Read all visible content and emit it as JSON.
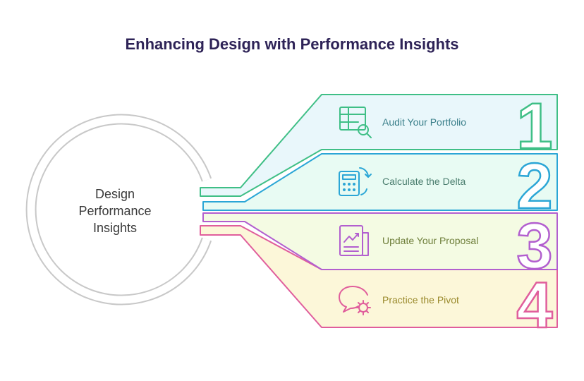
{
  "title": "Enhancing Design with Performance Insights",
  "center": {
    "lines": [
      "Design",
      "Performance",
      "Insights"
    ],
    "ring_color": "#c8c8c8"
  },
  "steps": [
    {
      "number": "1",
      "label": "Audit Your Portfolio",
      "icon": "table-search-icon",
      "stroke": "#3fbf86",
      "fill": "#e9f7fb",
      "text": "#3a7f8a"
    },
    {
      "number": "2",
      "label": "Calculate the Delta",
      "icon": "calculator-refresh-icon",
      "stroke": "#2ba6d6",
      "fill": "#e8fbf3",
      "text": "#4a7d6e"
    },
    {
      "number": "3",
      "label": "Update Your Proposal",
      "icon": "document-chart-icon",
      "stroke": "#b25fcf",
      "fill": "#f4fbe3",
      "text": "#6e7e3a"
    },
    {
      "number": "4",
      "label": "Practice the Pivot",
      "icon": "chat-gear-icon",
      "stroke": "#e05e9c",
      "fill": "#fcf7d9",
      "text": "#9a8a2c"
    }
  ]
}
